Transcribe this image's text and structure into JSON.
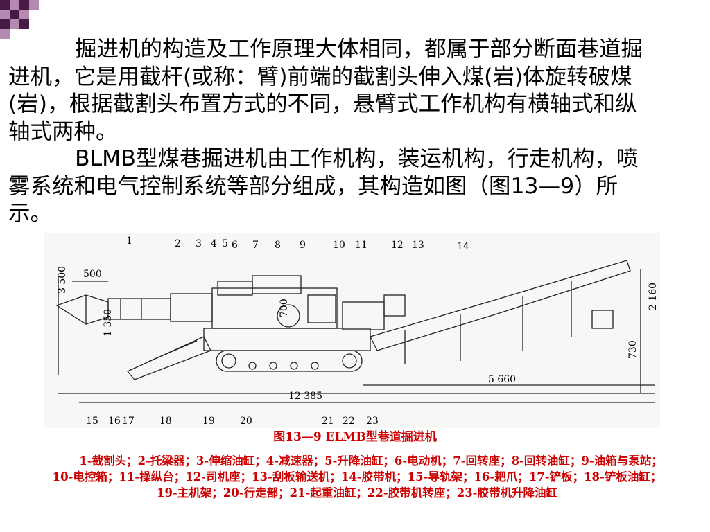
{
  "paragraphs": [
    "掘进机的构造及工作原理大体相同，都属于部分断面巷道掘进机，它是用截杆(或称：臂)前端的截割头伸入煤(岩)体旋转破煤(岩)，根据截割头布置方式的不同，悬臂式工作机构有横轴式和纵轴式两种。",
    "BLMB型煤巷掘进机由工作机构，装运机构，行走机构，喷雾系统和电气控制系统等部分组成，其构造如图（图13—9）所示。"
  ],
  "figure": {
    "top_numbers": [
      "1",
      "2",
      "3",
      "4",
      "5",
      "6",
      "7",
      "8",
      "9",
      "10",
      "11",
      "12",
      "13",
      "14"
    ],
    "bottom_numbers": [
      "15",
      "16",
      "17",
      "18",
      "19",
      "20",
      "21",
      "22",
      "23"
    ],
    "dimensions": [
      "500",
      "3 500",
      "1 350",
      "700",
      "2 160",
      "730",
      "5 660",
      "12 385"
    ]
  },
  "caption": {
    "title": "图13—9   ELMB型巷道掘进机",
    "body": "1-截割头；2-托梁器；3-伸缩油缸；4-减速器；5-升降油缸；6-电动机；7-回转座；8-回转油缸；9-油箱与泵站； 10-电控箱；11-操纵台；12-司机座；13-刮板输送机；14-胶带机；15-导轨架；16-耙爪；17-铲板；18-铲板油缸；19-主机架；20-行走部；21-起重油缸；22-胶带机转座；23-胶带机升降油缸"
  },
  "colors": {
    "caption": "#cc0000",
    "corner_dark": "#4a1a46",
    "corner_light": "#b48ab0"
  }
}
